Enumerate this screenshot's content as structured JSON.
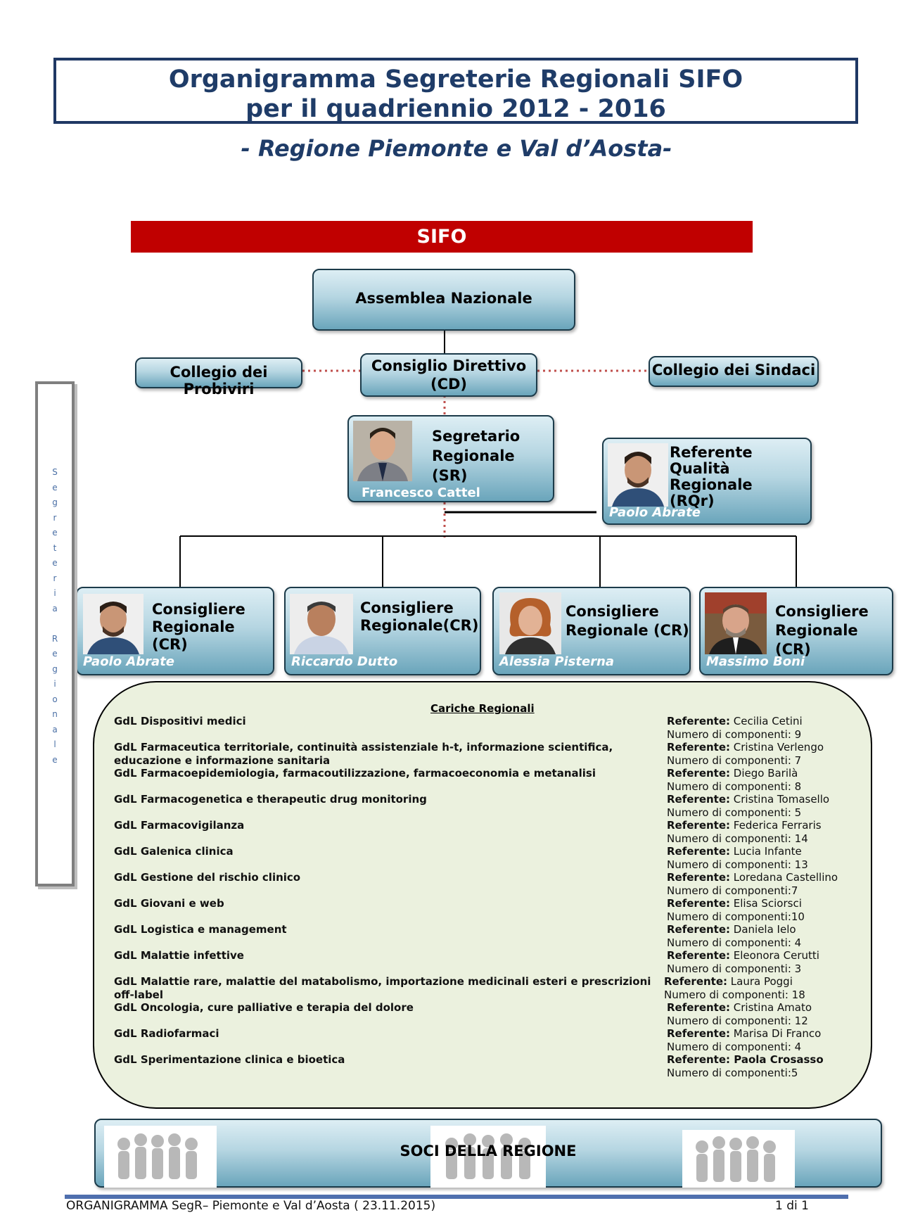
{
  "title_line1": "Organigramma Segreterie Regionali SIFO",
  "title_line2": "per il quadriennio 2012 - 2016",
  "subtitle": "- Regione Piemonte e Val d’Aosta-",
  "sifo_label": "SIFO",
  "assemblea": "Assemblea Nazionale",
  "probiviri": "Collegio dei Probiviri",
  "consiglio_line1": "Consiglio Direttivo",
  "consiglio_line2": "(CD)",
  "sindaci": "Collegio dei Sindaci",
  "segretario": {
    "line1": "Segretario",
    "line2": "Regionale (SR)",
    "name": "Francesco Cattel"
  },
  "referente_qualita": {
    "line1": "Referente",
    "line2": "Qualità Regionale",
    "line3": "(RQr)",
    "name": "Paolo Abrate"
  },
  "consiglieri": [
    {
      "line1": "Consigliere",
      "line2": "Regionale (CR)",
      "name": "Paolo Abrate"
    },
    {
      "line1": "Consigliere",
      "line2": "Regionale(CR)",
      "name": "Riccardo Dutto"
    },
    {
      "line1": "Consigliere",
      "line2": "Regionale (CR)",
      "name": "Alessia Pisterna"
    },
    {
      "line1": "Consigliere",
      "line2": "Regionale (CR)",
      "name": "Massimo Boni"
    }
  ],
  "side_label": "Segreteria Regionale",
  "cariche_title": "Cariche Regionali",
  "gdl": [
    {
      "name": [
        "GdL Dispositivi medici"
      ],
      "ref_label": "Referente:",
      "ref": " Cecilia Cetini",
      "num": "Numero di componenti: 9"
    },
    {
      "name": [
        "GdL Farmaceutica territoriale, continuità assistenziale h-t, informazione scientifica,",
        "educazione e informazione sanitaria"
      ],
      "ref_label": "Referente:",
      "ref": " Cristina Verlengo",
      "num": "Numero di componenti: 7"
    },
    {
      "name": [
        "GdL Farmacoepidemiologia, farmacoutilizzazione, farmacoeconomia e metanalisi"
      ],
      "ref_label": "Referente:",
      "ref": " Diego Barilà",
      "num": "Numero di componenti: 8"
    },
    {
      "name": [
        "GdL Farmacogenetica e therapeutic drug monitoring"
      ],
      "ref_label": "Referente:",
      "ref": " Cristina Tomasello",
      "num": "Numero di componenti: 5"
    },
    {
      "name": [
        "GdL  Farmacovigilanza"
      ],
      "ref_label": "Referente:",
      "ref": " Federica Ferraris",
      "num": "Numero di componenti: 14"
    },
    {
      "name": [
        "GdL Galenica clinica"
      ],
      "ref_label": "Referente:",
      "ref": " Lucia Infante",
      "num": "Numero di componenti: 13"
    },
    {
      "name": [
        "GdL Gestione del rischio clinico"
      ],
      "ref_label": "Referente:",
      "ref": " Loredana Castellino",
      "num": "Numero di componenti:7"
    },
    {
      "name": [
        "GdL Giovani e web"
      ],
      "ref_label": "Referente:",
      "ref": " Elisa Sciorsci",
      "num": "Numero di componenti:10"
    },
    {
      "name": [
        "GdL Logistica e management"
      ],
      "ref_label": "Referente:",
      "ref": " Daniela Ielo",
      "num": "Numero di componenti: 4"
    },
    {
      "name": [
        "GdL Malattie infettive"
      ],
      "ref_label": "Referente:",
      "ref": " Eleonora Cerutti",
      "num": "Numero di componenti: 3"
    },
    {
      "name": [
        "GdL Malattie rare, malattie del matabolismo, importazione medicinali esteri e prescrizioni",
        " off-label"
      ],
      "ref_label": "Referente:",
      "ref": " Laura Poggi",
      "num": "Numero di componenti: 18"
    },
    {
      "name": [
        "GdL Oncologia, cure palliative e terapia del dolore"
      ],
      "ref_label": "Referente:",
      "ref": " Cristina Amato",
      "num": "Numero di componenti: 12"
    },
    {
      "name": [
        "GdL Radiofarmaci"
      ],
      "ref_label": "Referente:",
      "ref": " Marisa Di Franco",
      "num": "Numero di componenti: 4"
    },
    {
      "name": [
        "GdL Sperimentazione clinica e bioetica"
      ],
      "ref_label": "Referente: Paola Crosasso",
      "ref": "",
      "num": "Numero di componenti:5"
    }
  ],
  "soci": "SOCI DELLA REGIONE",
  "footer_text": "ORGANIGRAMMA SegR– Piemonte e Val d’Aosta ( 23.11.2015)",
  "footer_page": "1 di 1"
}
